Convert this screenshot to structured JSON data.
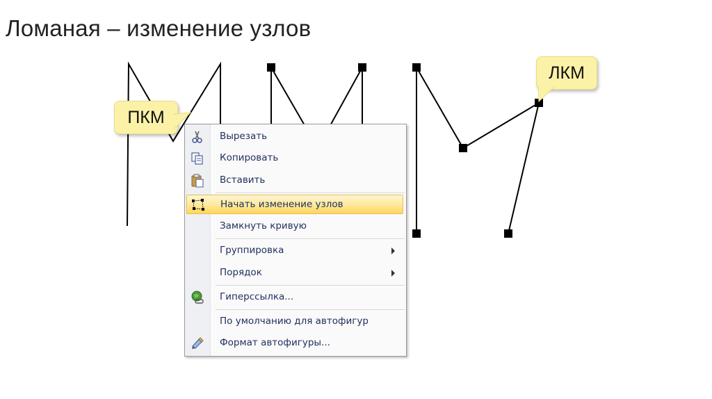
{
  "slide": {
    "title": "Ломаная – изменение узлов"
  },
  "callouts": {
    "right_click": "ПКМ",
    "left_click": "ЛКМ"
  },
  "menu": {
    "items": [
      {
        "label": "Вырезать",
        "icon": "scissors-icon"
      },
      {
        "label": "Копировать",
        "icon": "copy-icon"
      },
      {
        "label": "Вставить",
        "icon": "paste-icon"
      },
      {
        "label": "Начать изменение узлов",
        "icon": "edit-points-icon",
        "highlighted": true
      },
      {
        "label": "Замкнуть кривую"
      },
      {
        "label": "Группировка",
        "submenu": true
      },
      {
        "label": "Порядок",
        "submenu": true
      },
      {
        "label": "Гиперссылка...",
        "icon": "globe-link-icon"
      },
      {
        "label": "По умолчанию для автофигур"
      },
      {
        "label": "Формат автофигуры...",
        "icon": "format-shape-icon"
      }
    ]
  },
  "colors": {
    "callout": "#fbf2a8",
    "highlight": "#ffe79a",
    "menu_text": "#1e2f5e"
  }
}
